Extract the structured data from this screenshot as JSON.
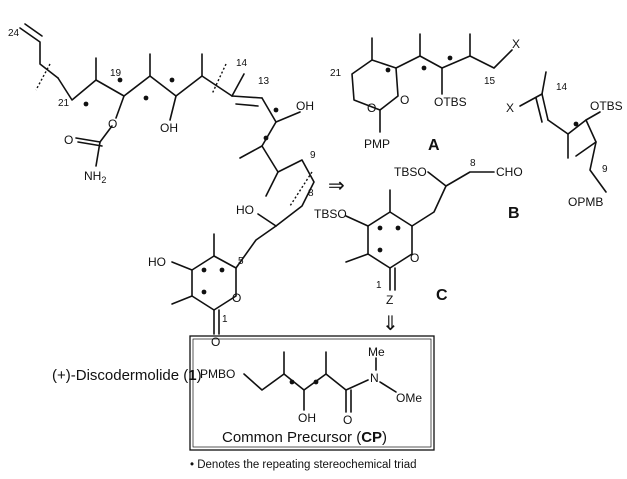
{
  "structures": {
    "discodermolide": {
      "name": "(+)-Discodermolide (",
      "number": "1",
      "close": ")",
      "atoms": {
        "O_carbamate_ring": "O",
        "O_carbonyl": "O",
        "NH": "NH",
        "NH_sub": "2",
        "OH_17": "OH",
        "OH_11": "OH",
        "HO_7": "HO",
        "HO_3": "HO",
        "O_ring": "O",
        "O_lactone": "O"
      },
      "locants": {
        "c24": "24",
        "c21": "21",
        "c19": "19",
        "c14": "14",
        "c13": "13",
        "c9": "9",
        "c8": "8",
        "c5": "5",
        "c1": "1"
      }
    },
    "fragment_A": {
      "label": "A",
      "atoms": {
        "O1": "O",
        "O2": "O",
        "PMP": "PMP",
        "OTBS": "OTBS",
        "X": "X"
      },
      "locants": {
        "c21": "21",
        "c15": "15"
      }
    },
    "fragment_B": {
      "label": "B",
      "atoms": {
        "X": "X",
        "OTBS": "OTBS",
        "OPMB": "OPMB"
      },
      "locants": {
        "c14": "14",
        "c9": "9"
      }
    },
    "fragment_C": {
      "label": "C",
      "atoms": {
        "TBSO_top": "TBSO",
        "CHO": "CHO",
        "TBSO_ring": "TBSO",
        "O_ring": "O",
        "Z": "Z"
      },
      "locants": {
        "c8": "8",
        "c1": "1"
      }
    },
    "common_precursor": {
      "caption_start": "Common Precursor (",
      "caption_bold": "CP",
      "caption_end": ")",
      "atoms": {
        "PMBO": "PMBO",
        "OH": "OH",
        "O": "O",
        "N": "N",
        "Me_top": "Me",
        "OMe": "OMe"
      }
    }
  },
  "arrows": {
    "retro_main": "⇒",
    "retro_down": "⇓"
  },
  "footnote": "• Denotes the repeating stereochemical triad"
}
